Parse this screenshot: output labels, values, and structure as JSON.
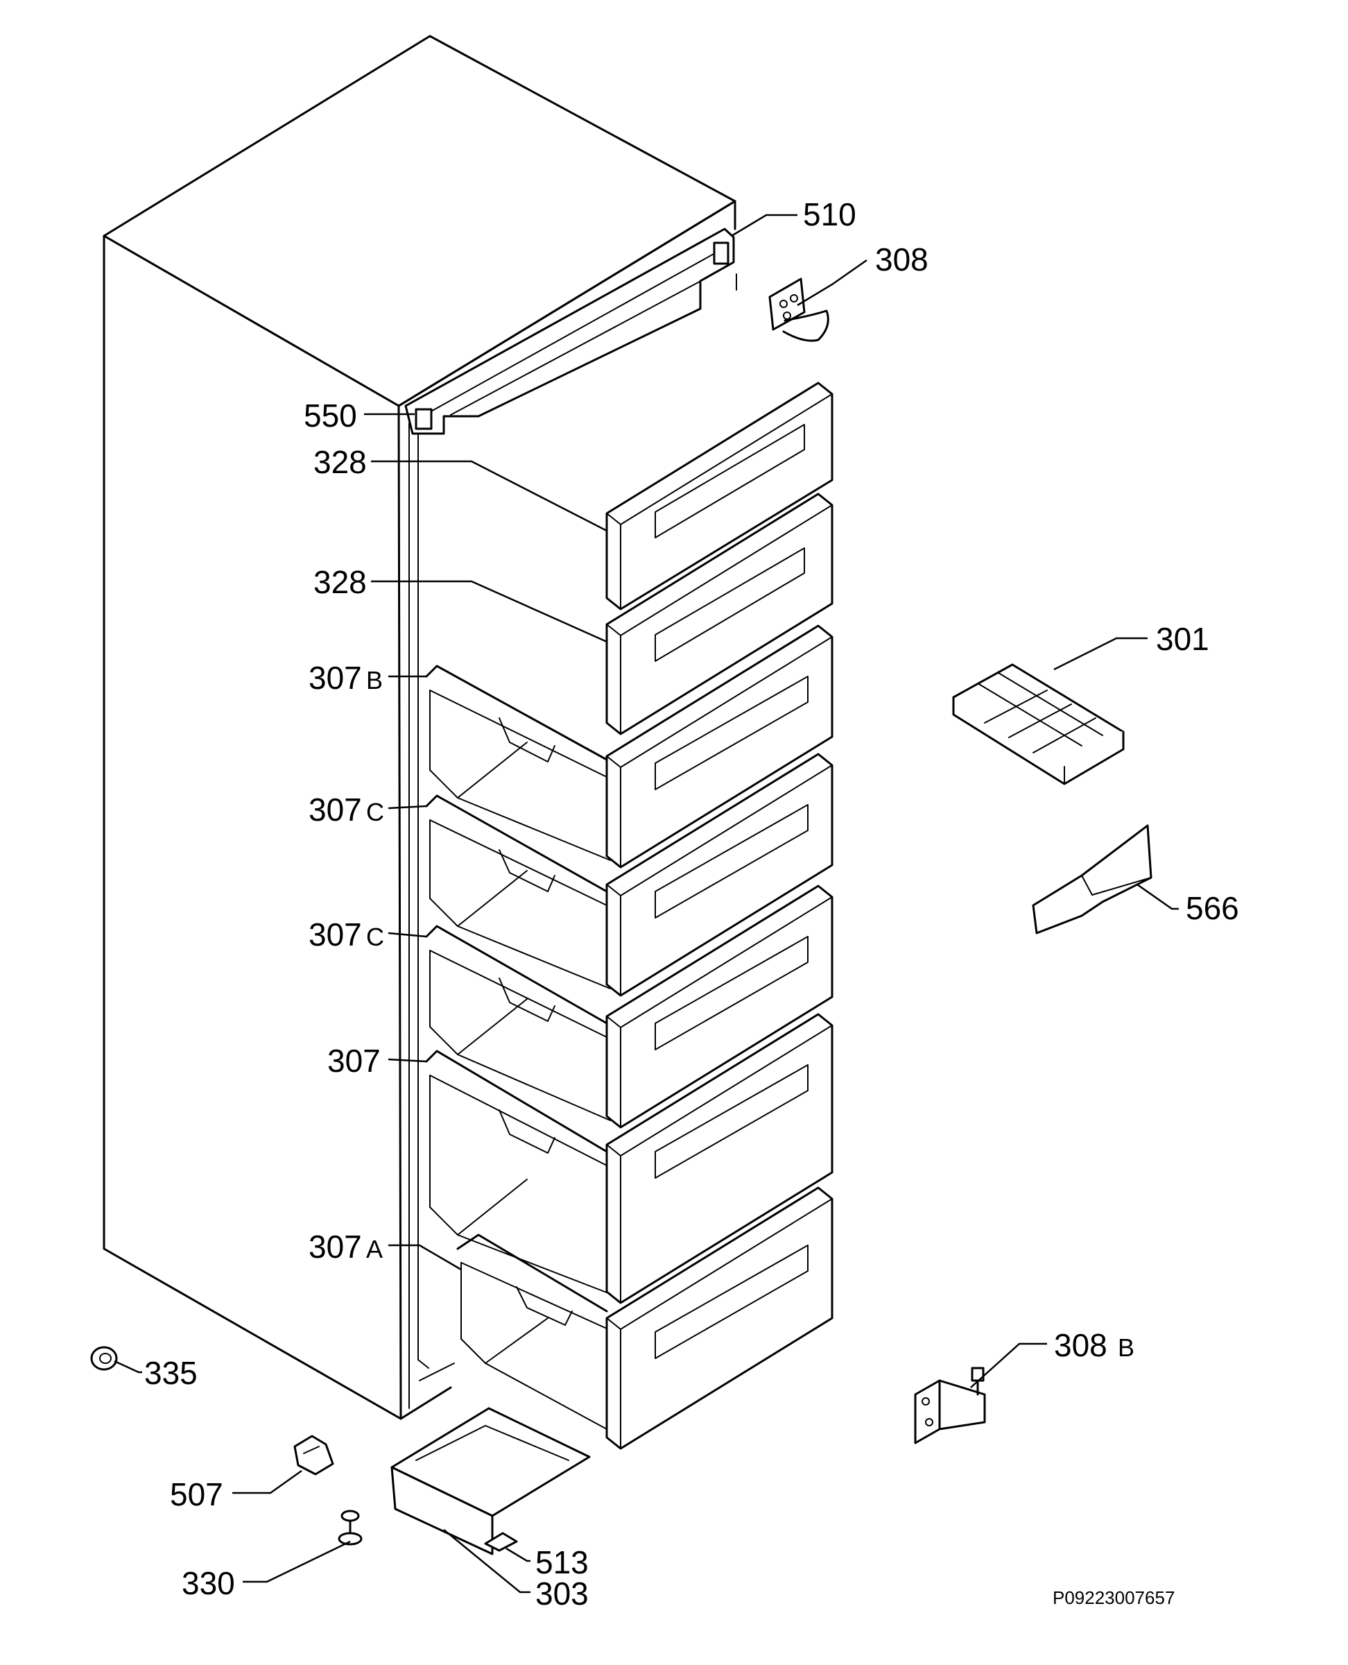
{
  "diagram": {
    "reference_code": "P09223007657",
    "callouts": [
      {
        "id": "c510",
        "number": "510",
        "suffix": ""
      },
      {
        "id": "c308",
        "number": "308",
        "suffix": ""
      },
      {
        "id": "c550",
        "number": "550",
        "suffix": ""
      },
      {
        "id": "c328a",
        "number": "328",
        "suffix": ""
      },
      {
        "id": "c328b",
        "number": "328",
        "suffix": ""
      },
      {
        "id": "c301",
        "number": "301",
        "suffix": ""
      },
      {
        "id": "c307b",
        "number": "307",
        "suffix": "B"
      },
      {
        "id": "c307c1",
        "number": "307",
        "suffix": "C"
      },
      {
        "id": "c566",
        "number": "566",
        "suffix": ""
      },
      {
        "id": "c307c2",
        "number": "307",
        "suffix": "C"
      },
      {
        "id": "c307",
        "number": "307",
        "suffix": ""
      },
      {
        "id": "c307a",
        "number": "307",
        "suffix": "A"
      },
      {
        "id": "c308b",
        "number": "308",
        "suffix": "B"
      },
      {
        "id": "c335",
        "number": "335",
        "suffix": ""
      },
      {
        "id": "c507",
        "number": "507",
        "suffix": ""
      },
      {
        "id": "c513",
        "number": "513",
        "suffix": ""
      },
      {
        "id": "c330",
        "number": "330",
        "suffix": ""
      },
      {
        "id": "c303",
        "number": "303",
        "suffix": ""
      }
    ]
  }
}
